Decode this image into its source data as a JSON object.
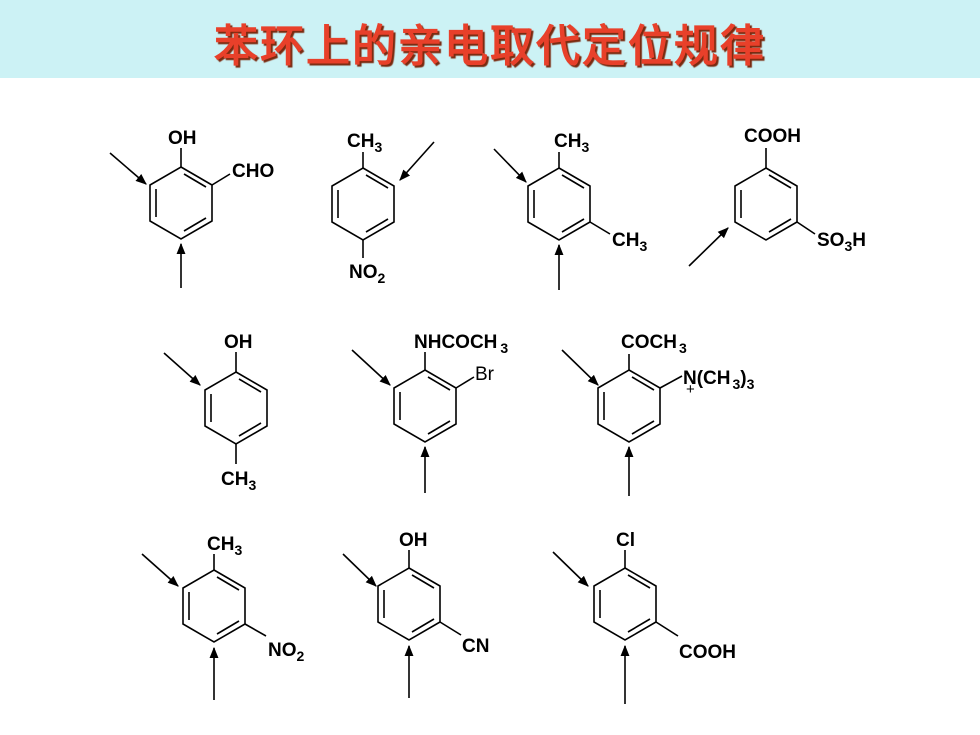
{
  "title": "苯环上的亲电取代定位规律",
  "molecules": [
    {
      "labels": {
        "oh": "OH",
        "cho": "CHO"
      }
    },
    {
      "labels": {
        "ch3": "CH",
        "ch3_sub": "3",
        "no2": "NO",
        "no2_sub": "2"
      }
    },
    {
      "labels": {
        "ch3a": "CH",
        "ch3a_sub": "3",
        "ch3b": "CH",
        "ch3b_sub": "3"
      }
    },
    {
      "labels": {
        "cooh": "COOH",
        "so3h_a": "SO",
        "so3h_sub": "3",
        "so3h_b": "H"
      }
    },
    {
      "labels": {
        "oh": "OH",
        "ch3": "CH",
        "ch3_sub": "3"
      }
    },
    {
      "labels": {
        "nhcoch3": "NHCOCH",
        "nhcoch3_sub": "3",
        "br": "Br"
      }
    },
    {
      "labels": {
        "coch3": "COCH",
        "coch3_sub": "3",
        "nme3_a": "N(CH",
        "nme3_sub1": "3",
        "nme3_b": ")",
        "nme3_sub2": "3",
        "plus": "+"
      }
    },
    {
      "labels": {
        "ch3": "CH",
        "ch3_sub": "3",
        "no2": "NO",
        "no2_sub": "2"
      }
    },
    {
      "labels": {
        "oh": "OH",
        "cn": "CN"
      }
    },
    {
      "labels": {
        "cl": "Cl",
        "cooh": "COOH"
      }
    }
  ]
}
